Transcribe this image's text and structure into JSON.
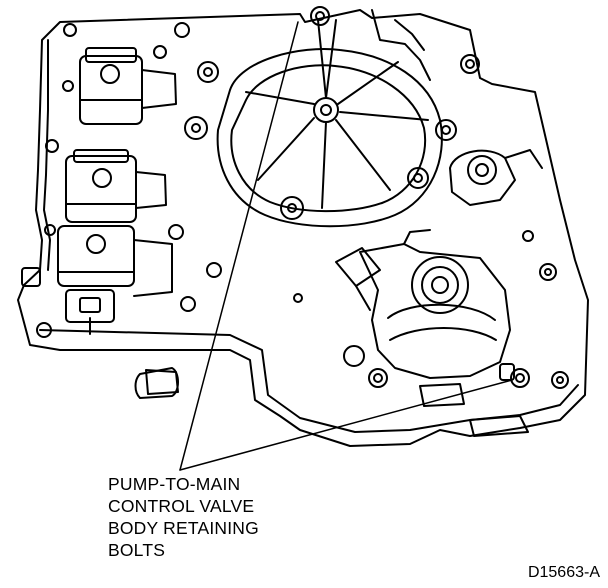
{
  "callout": {
    "lines": [
      "PUMP-TO-MAIN",
      "CONTROL VALVE",
      "BODY RETAINING",
      "BOLTS"
    ]
  },
  "figure_id": "D15663-A",
  "colors": {
    "ink": "#000000",
    "paper": "#ffffff"
  }
}
